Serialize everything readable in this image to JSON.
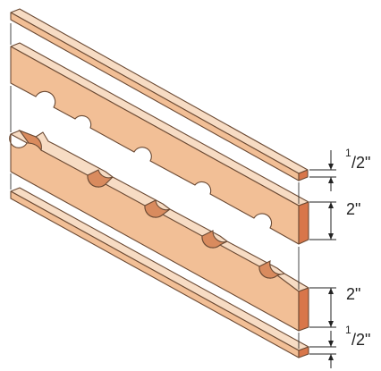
{
  "dimensions": {
    "top_strip": {
      "whole": "1",
      "fraction": "/2\""
    },
    "upper_rail": {
      "value": "2\""
    },
    "lower_rail": {
      "value": "2\""
    },
    "bottom_strip": {
      "whole": "1",
      "fraction": "/2\""
    }
  }
}
